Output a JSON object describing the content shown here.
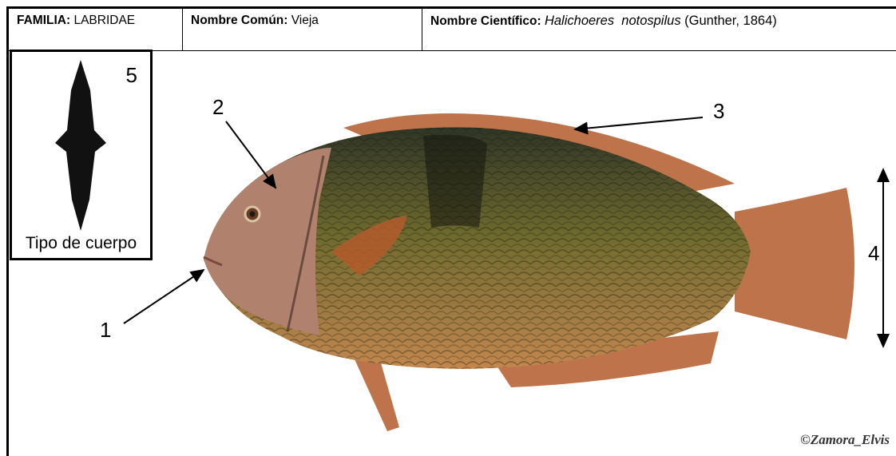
{
  "header": {
    "familia_label": "FAMILIA:",
    "familia_value": "LABRIDAE",
    "comun_label": "Nombre Común:",
    "comun_value": "Vieja",
    "cientifico_label": "Nombre Científico:",
    "cientifico_genus": "Halichoeres",
    "cientifico_species": "notospilus",
    "cientifico_author": "(Gunther, 1864)"
  },
  "body_type": {
    "number": "5",
    "caption": "Tipo de cuerpo"
  },
  "callouts": {
    "c1": "1",
    "c2": "2",
    "c3": "3",
    "c4": "4"
  },
  "credit": "©Zamora_Elvis",
  "colors": {
    "fish_back": "#2f3526",
    "fish_mid": "#6f6a2e",
    "fish_belly": "#c2874f",
    "fish_fin": "#b45a2c",
    "fish_head": "#b0826e"
  }
}
